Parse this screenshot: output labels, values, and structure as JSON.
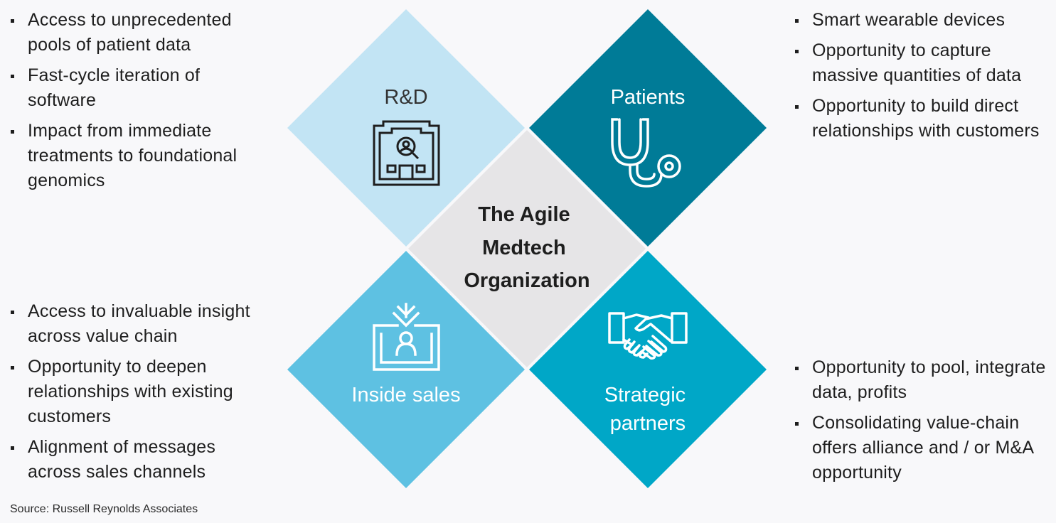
{
  "center": {
    "lines": [
      "The Agile",
      "Medtech",
      "Organization"
    ]
  },
  "quadrants": [
    {
      "key": "rd",
      "label_lines": [
        "R&D"
      ],
      "color": "#c2e4f4",
      "text_color": "#333333",
      "icon": "research-building-icon"
    },
    {
      "key": "patients",
      "label_lines": [
        "Patients"
      ],
      "color": "#007b97",
      "text_color": "#ffffff",
      "icon": "stethoscope-icon"
    },
    {
      "key": "inside_sales",
      "label_lines": [
        "Inside sales"
      ],
      "color": "#5ec1e2",
      "text_color": "#ffffff",
      "icon": "customer-download-icon"
    },
    {
      "key": "strategic_partners",
      "label_lines": [
        "Strategic",
        "partners"
      ],
      "color": "#00a7c7",
      "text_color": "#ffffff",
      "icon": "handshake-icon"
    }
  ],
  "center_color": "#e6e5e7",
  "lists": {
    "top_left": [
      "Access to unprecedented pools of patient data",
      "Fast-cycle iteration of software",
      "Impact from immediate treatments to foundational genomics"
    ],
    "top_right": [
      "Smart wearable devices",
      "Opportunity to capture massive quantities of data",
      "Opportunity to build direct relationships with customers"
    ],
    "bottom_left": [
      "Access to invaluable insight across value chain",
      "Opportunity to deepen relationships with existing customers",
      "Alignment of messages across sales channels"
    ],
    "bottom_right": [
      "Opportunity to pool, integrate data, profits",
      "Consolidating value-chain offers alliance and / or M&A opportunity"
    ]
  },
  "source": "Source: Russell Reynolds Associates"
}
